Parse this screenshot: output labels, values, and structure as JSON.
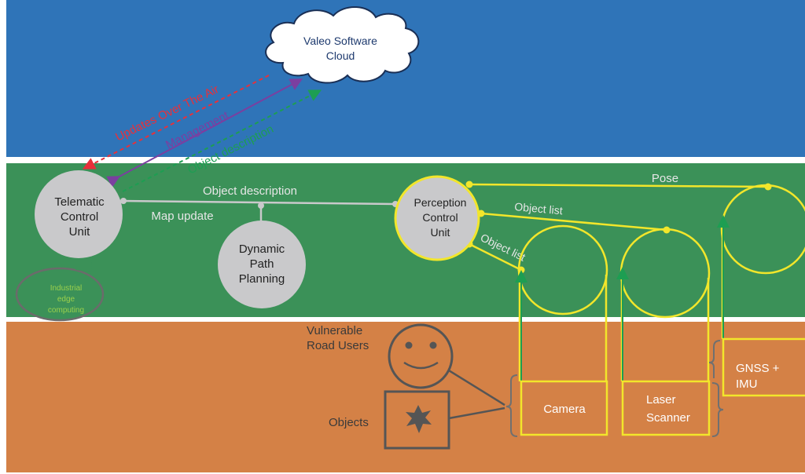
{
  "cloud": {
    "line1": "Valeo Software",
    "line2": "Cloud"
  },
  "arrows": {
    "updates": "Updates Over The Air",
    "management": "Management",
    "object_description_up": "Object description"
  },
  "telematic": {
    "line1": "Telematic",
    "line2": "Control",
    "line3": "Unit"
  },
  "edge": {
    "line1": "Industrial",
    "line2": "edge",
    "line3": "computing"
  },
  "links": {
    "object_description": "Object description",
    "map_update": "Map update",
    "pose": "Pose",
    "object_list_1": "Object list",
    "object_list_2": "Object list"
  },
  "planning": {
    "line1": "Dynamic",
    "line2": "Path",
    "line3": "Planning"
  },
  "perception": {
    "line1": "Perception",
    "line2": "Control",
    "line3": "Unit"
  },
  "vru": {
    "line1": "Vulnerable",
    "line2": "Road Users"
  },
  "objects": {
    "label": "Objects"
  },
  "sensors": {
    "camera": "Camera",
    "laser_line1": "Laser",
    "laser_line2": "Scanner",
    "gnss_line1": "GNSS +",
    "gnss_line2": "IMU"
  },
  "colors": {
    "sky": "#2f74b8",
    "band": "#3b9158",
    "ground": "#d48146",
    "node": "#c9c9cb",
    "highlight": "#f2e62b",
    "updates_arrow": "#e8303a",
    "management_arrow": "#7b3fa0",
    "object_arrow": "#1d9e52"
  }
}
